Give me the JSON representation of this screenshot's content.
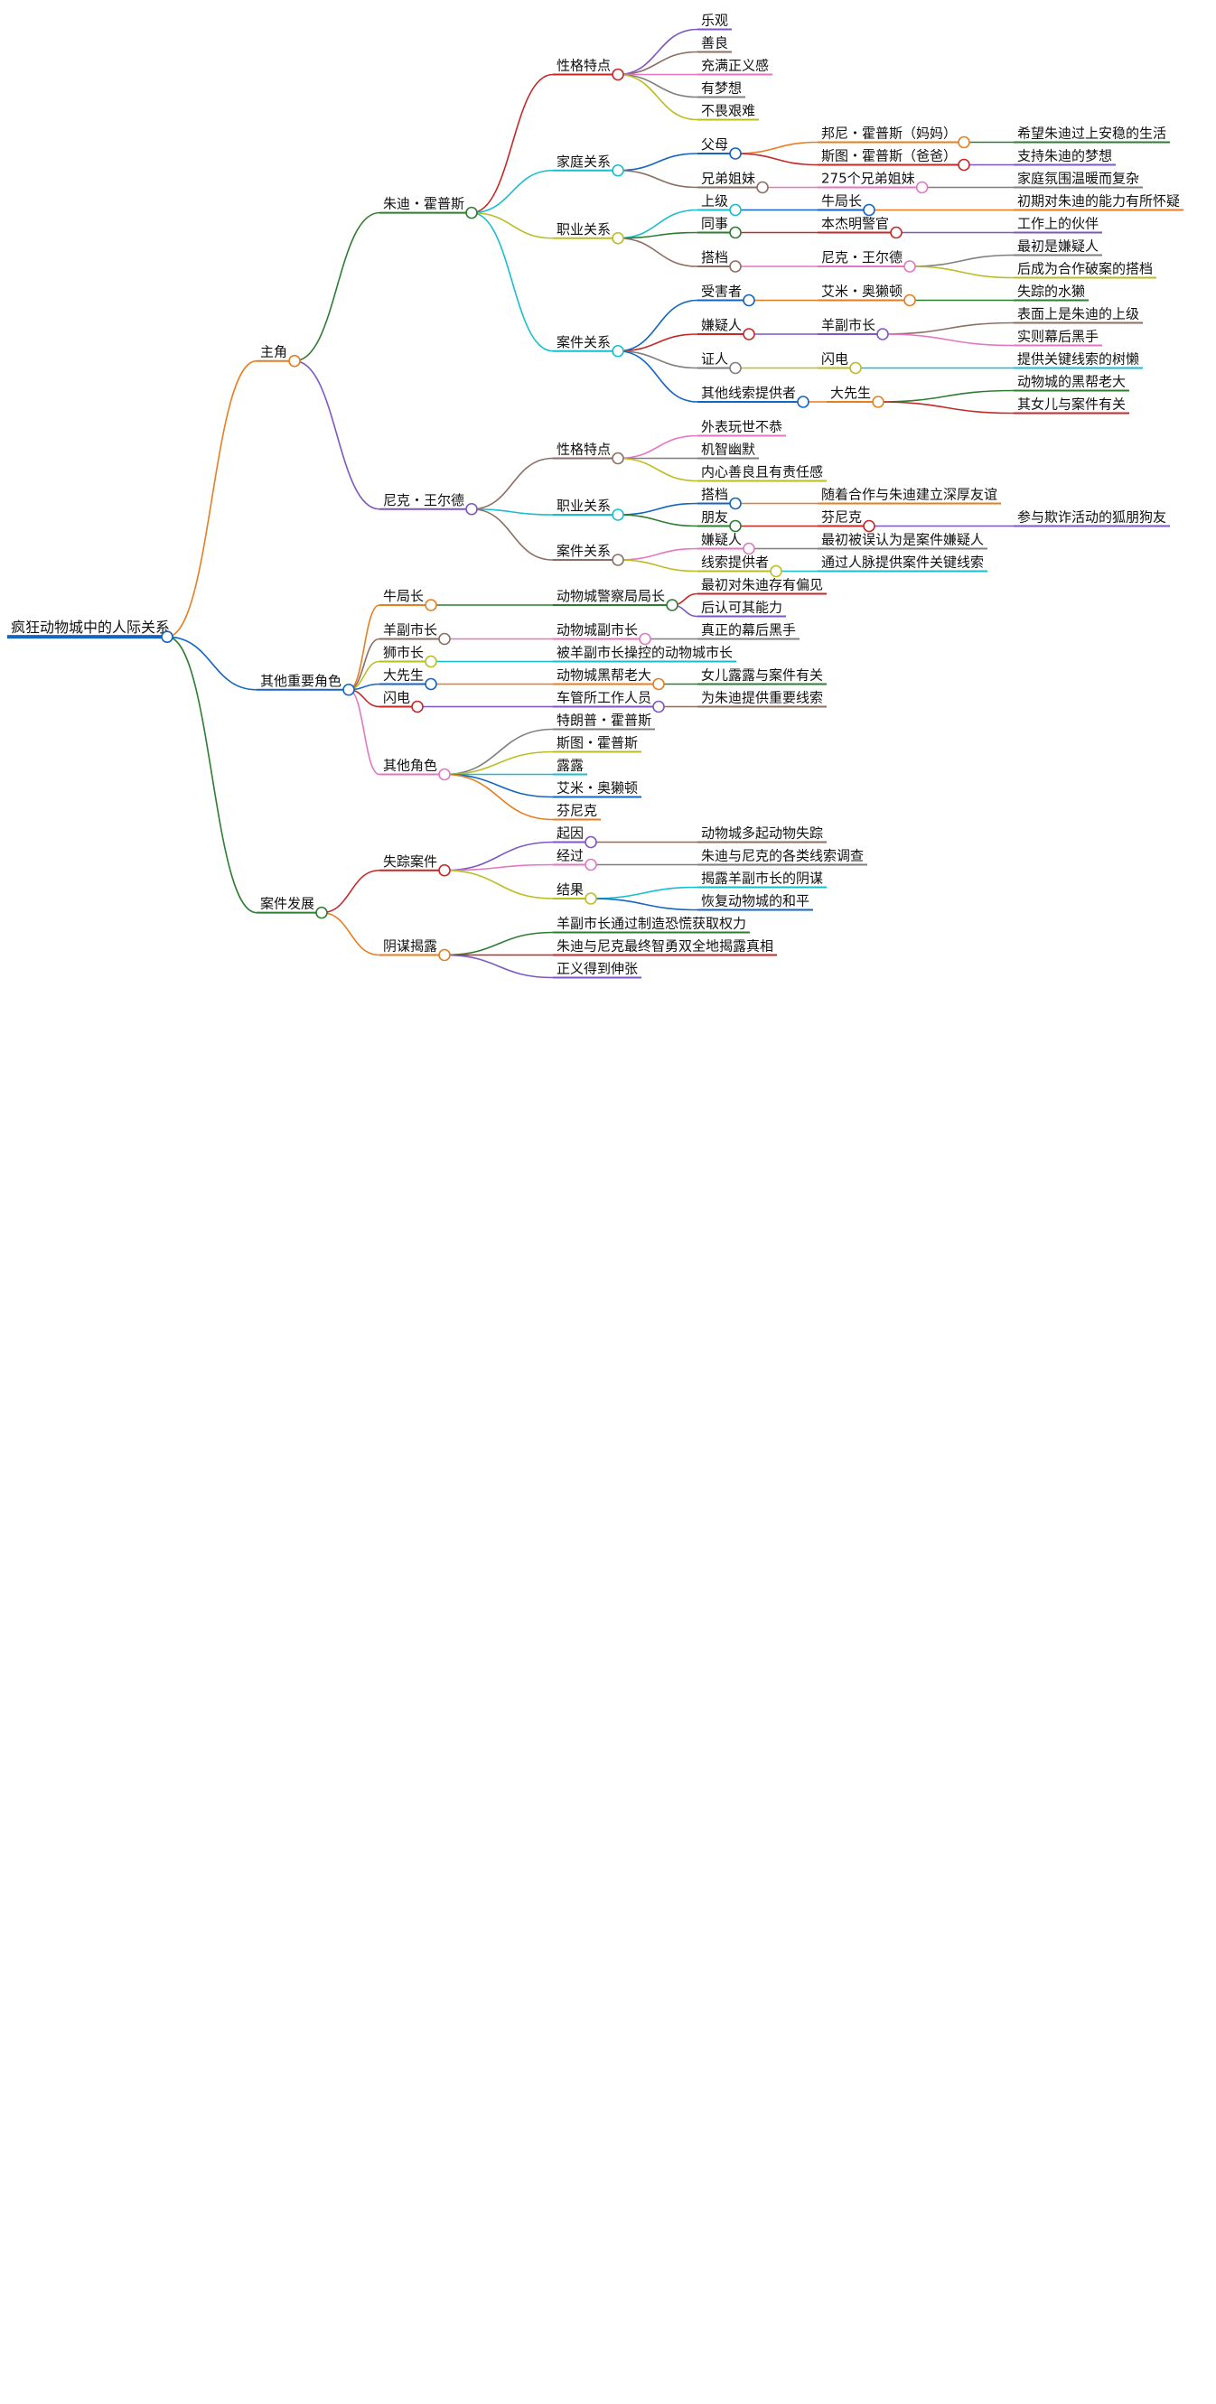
{
  "colors": {
    "line": "#8c8c8c",
    "text": "#111111",
    "root": "#1565c0",
    "palette": [
      "#1565c0",
      "#e67e22",
      "#2e7d32",
      "#c62828",
      "#7e57c2",
      "#8d6e63",
      "#e377c2",
      "#7f7f7f",
      "#bcbd22",
      "#17becf"
    ]
  },
  "mindmap": {
    "root": {
      "label": "疯狂动物城中的人际关系",
      "children": [
        {
          "label": "主角",
          "children": [
            {
              "label": "朱迪・霍普斯",
              "children": [
                {
                  "label": "性格特点",
                  "children": [
                    {
                      "label": "乐观"
                    },
                    {
                      "label": "善良"
                    },
                    {
                      "label": "充满正义感"
                    },
                    {
                      "label": "有梦想"
                    },
                    {
                      "label": "不畏艰难"
                    }
                  ]
                },
                {
                  "label": "家庭关系",
                  "children": [
                    {
                      "label": "父母",
                      "children": [
                        {
                          "label": "邦尼・霍普斯（妈妈）",
                          "children": [
                            {
                              "label": "希望朱迪过上安稳的生活"
                            }
                          ]
                        },
                        {
                          "label": "斯图・霍普斯（爸爸）",
                          "children": [
                            {
                              "label": "支持朱迪的梦想"
                            }
                          ]
                        }
                      ]
                    },
                    {
                      "label": "兄弟姐妹",
                      "children": [
                        {
                          "label": "275个兄弟姐妹",
                          "children": [
                            {
                              "label": "家庭氛围温暖而复杂"
                            }
                          ]
                        }
                      ]
                    }
                  ]
                },
                {
                  "label": "职业关系",
                  "children": [
                    {
                      "label": "上级",
                      "children": [
                        {
                          "label": "牛局长",
                          "children": [
                            {
                              "label": "初期对朱迪的能力有所怀疑"
                            }
                          ]
                        }
                      ]
                    },
                    {
                      "label": "同事",
                      "children": [
                        {
                          "label": "本杰明警官",
                          "children": [
                            {
                              "label": "工作上的伙伴"
                            }
                          ]
                        }
                      ]
                    },
                    {
                      "label": "搭档",
                      "children": [
                        {
                          "label": "尼克・王尔德",
                          "children": [
                            {
                              "label": "最初是嫌疑人"
                            },
                            {
                              "label": "后成为合作破案的搭档"
                            }
                          ]
                        }
                      ]
                    }
                  ]
                },
                {
                  "label": "案件关系",
                  "children": [
                    {
                      "label": "受害者",
                      "children": [
                        {
                          "label": "艾米・奥獭顿",
                          "children": [
                            {
                              "label": "失踪的水獭"
                            }
                          ]
                        }
                      ]
                    },
                    {
                      "label": "嫌疑人",
                      "children": [
                        {
                          "label": "羊副市长",
                          "children": [
                            {
                              "label": "表面上是朱迪的上级"
                            },
                            {
                              "label": "实则幕后黑手"
                            }
                          ]
                        }
                      ]
                    },
                    {
                      "label": "证人",
                      "children": [
                        {
                          "label": "闪电",
                          "children": [
                            {
                              "label": "提供关键线索的树懒"
                            }
                          ]
                        }
                      ]
                    },
                    {
                      "label": "其他线索提供者",
                      "children": [
                        {
                          "label": "大先生",
                          "children": [
                            {
                              "label": "动物城的黑帮老大"
                            },
                            {
                              "label": "其女儿与案件有关"
                            }
                          ]
                        }
                      ]
                    }
                  ]
                }
              ]
            },
            {
              "label": "尼克・王尔德",
              "children": [
                {
                  "label": "性格特点",
                  "children": [
                    {
                      "label": "外表玩世不恭"
                    },
                    {
                      "label": "机智幽默"
                    },
                    {
                      "label": "内心善良且有责任感"
                    }
                  ]
                },
                {
                  "label": "职业关系",
                  "children": [
                    {
                      "label": "搭档",
                      "children": [
                        {
                          "label": "随着合作与朱迪建立深厚友谊"
                        }
                      ]
                    },
                    {
                      "label": "朋友",
                      "children": [
                        {
                          "label": "芬尼克",
                          "children": [
                            {
                              "label": "参与欺诈活动的狐朋狗友"
                            }
                          ]
                        }
                      ]
                    }
                  ]
                },
                {
                  "label": "案件关系",
                  "children": [
                    {
                      "label": "嫌疑人",
                      "children": [
                        {
                          "label": "最初被误认为是案件嫌疑人"
                        }
                      ]
                    },
                    {
                      "label": "线索提供者",
                      "children": [
                        {
                          "label": "通过人脉提供案件关键线索"
                        }
                      ]
                    }
                  ]
                }
              ]
            }
          ]
        },
        {
          "label": "其他重要角色",
          "children": [
            {
              "label": "牛局长",
              "children": [
                {
                  "label": "动物城警察局局长",
                  "children": [
                    {
                      "label": "最初对朱迪存有偏见"
                    },
                    {
                      "label": "后认可其能力"
                    }
                  ]
                }
              ]
            },
            {
              "label": "羊副市长",
              "children": [
                {
                  "label": "动物城副市长",
                  "children": [
                    {
                      "label": "真正的幕后黑手"
                    }
                  ]
                }
              ]
            },
            {
              "label": "狮市长",
              "children": [
                {
                  "label": "被羊副市长操控的动物城市长"
                }
              ]
            },
            {
              "label": "大先生",
              "children": [
                {
                  "label": "动物城黑帮老大",
                  "children": [
                    {
                      "label": "女儿露露与案件有关"
                    }
                  ]
                }
              ]
            },
            {
              "label": "闪电",
              "children": [
                {
                  "label": "车管所工作人员",
                  "children": [
                    {
                      "label": "为朱迪提供重要线索"
                    }
                  ]
                }
              ]
            },
            {
              "label": "其他角色",
              "children": [
                {
                  "label": "特朗普・霍普斯"
                },
                {
                  "label": "斯图・霍普斯"
                },
                {
                  "label": "露露"
                },
                {
                  "label": "艾米・奥獭顿"
                },
                {
                  "label": "芬尼克"
                }
              ]
            }
          ]
        },
        {
          "label": "案件发展",
          "children": [
            {
              "label": "失踪案件",
              "children": [
                {
                  "label": "起因",
                  "children": [
                    {
                      "label": "动物城多起动物失踪"
                    }
                  ]
                },
                {
                  "label": "经过",
                  "children": [
                    {
                      "label": "朱迪与尼克的各类线索调查"
                    }
                  ]
                },
                {
                  "label": "结果",
                  "children": [
                    {
                      "label": "揭露羊副市长的阴谋"
                    },
                    {
                      "label": "恢复动物城的和平"
                    }
                  ]
                }
              ]
            },
            {
              "label": "阴谋揭露",
              "children": [
                {
                  "label": "羊副市长通过制造恐慌获取权力"
                },
                {
                  "label": "朱迪与尼克最终智勇双全地揭露真相"
                },
                {
                  "label": "正义得到伸张"
                }
              ]
            }
          ]
        }
      ]
    }
  }
}
